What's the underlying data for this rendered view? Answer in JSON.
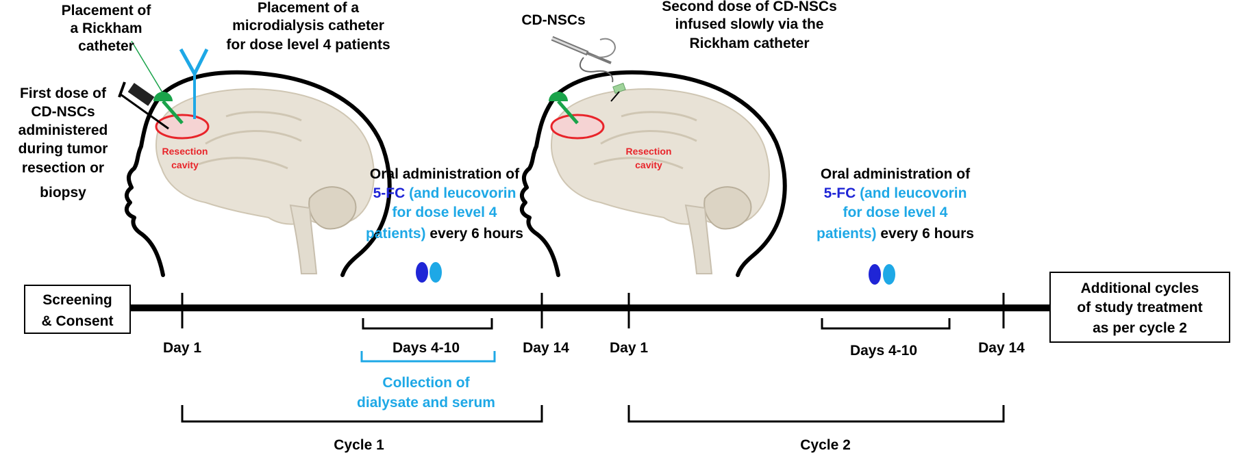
{
  "colors": {
    "black": "#000000",
    "light_blue": "#1ea8e6",
    "dark_blue": "#1f25d6",
    "red": "#e8242a",
    "green": "#1aa34a",
    "brain_fill": "#e8e2d6"
  },
  "icons": [
    "syringe-icon",
    "rickham-catheter-icon",
    "microdialysis-catheter-icon",
    "pills-icon",
    "infusion-line-icon"
  ],
  "left_panel": {
    "rickham_placement": [
      "Placement of",
      "a Rickham",
      "catheter"
    ],
    "microdialysis_placement": [
      "Placement of a",
      "microdialysis catheter",
      "for dose level 4 patients"
    ],
    "first_dose": [
      "First dose of",
      "CD-NSCs",
      "administered",
      "during tumor",
      "resection or",
      "biopsy"
    ],
    "resection_cavity": [
      "Resection",
      "cavity"
    ],
    "oral_line1": "Oral administration of",
    "oral_drug": "5-FC",
    "oral_rest1": " (and leucovorin",
    "oral_line3": "for dose level 4",
    "oral_rest2": "patients)",
    "oral_tail": " every 6 hours"
  },
  "right_panel": {
    "cd_nscs": "CD-NSCs",
    "second_dose": [
      "Second dose of CD-NSCs",
      "infused slowly via the",
      "Rickham catheter"
    ],
    "resection_cavity": [
      "Resection",
      "cavity"
    ],
    "oral_line1": "Oral administration of",
    "oral_drug": "5-FC",
    "oral_rest1": " (and leucovorin",
    "oral_line3": "for dose level 4",
    "oral_rest2": "patients)",
    "oral_tail": " every 6 hours"
  },
  "timeline": {
    "screening": [
      "Screening",
      "& Consent"
    ],
    "additional": [
      "Additional cycles",
      "of study treatment",
      "as per cycle 2"
    ],
    "c1_day1": "Day 1",
    "c1_days": "Days 4-10",
    "c1_day14": "Day 14",
    "c2_day1": "Day 1",
    "c2_days": "Days 4-10",
    "c2_day14": "Day 14",
    "collection": [
      "Collection of",
      "dialysate and serum"
    ],
    "cycle1": "Cycle 1",
    "cycle2": "Cycle 2"
  }
}
